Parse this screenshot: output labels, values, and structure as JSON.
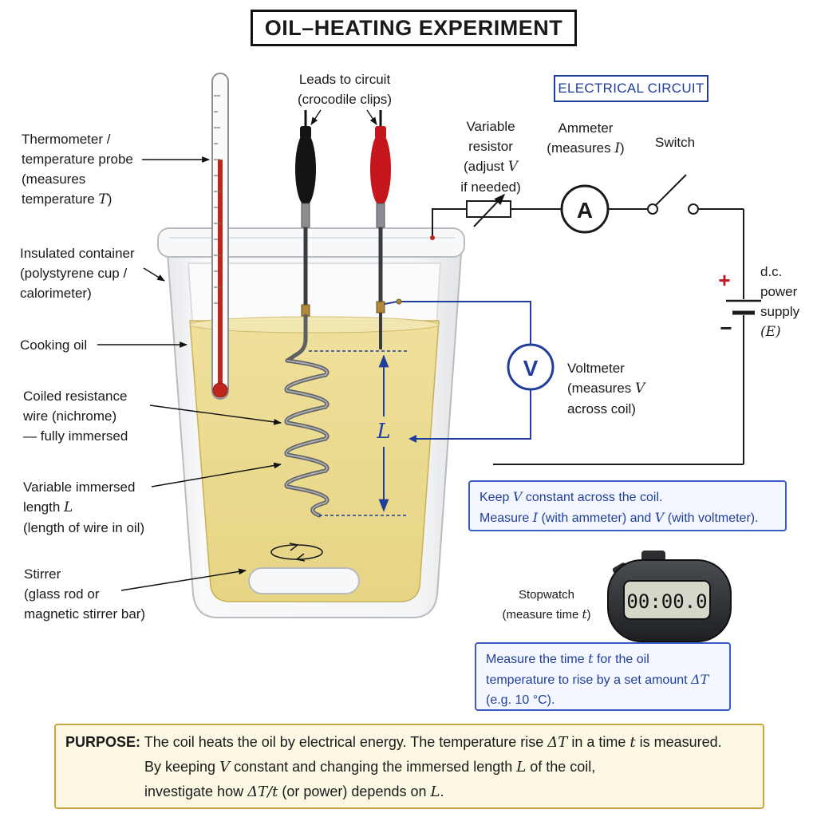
{
  "title": "OIL–HEATING EXPERIMENT",
  "labels": {
    "thermometer": [
      "Thermometer /",
      "temperature probe",
      "(measures",
      "temperature "
    ],
    "thermometer_symbol": "T",
    "thermometer_close": ")",
    "container": [
      "Insulated container",
      "(polystyrene cup /",
      "calorimeter)"
    ],
    "oil": "Cooking oil",
    "coil": [
      "Coiled resistance",
      "wire (nichrome)",
      "— fully immersed"
    ],
    "length": [
      "Variable immersed",
      "length "
    ],
    "length_symbol": "L",
    "length_extra": "(length of wire in oil)",
    "stirrer": [
      "Stirrer",
      "(glass rod or",
      "magnetic stirrer bar)"
    ],
    "leads": [
      "Leads to circuit",
      "(crocodile clips)"
    ],
    "resistor": [
      "Variable",
      "resistor",
      "(adjust ",
      "if needed)"
    ],
    "resistor_symbol": "V",
    "ammeter": [
      "Ammeter",
      "(measures "
    ],
    "ammeter_symbol": "I",
    "ammeter_close": ")",
    "switch": "Switch",
    "power": [
      "d.c.",
      "power",
      "supply"
    ],
    "power_symbol": "(E)",
    "voltmeter": [
      "Voltmeter",
      "(measures ",
      "across coil)"
    ],
    "voltmeter_symbol": "V",
    "stopwatch": [
      "Stopwatch",
      "(measure time "
    ],
    "stopwatch_symbol": "t",
    "stopwatch_close": ")",
    "length_marker": "L",
    "plus": "+",
    "minus": "−",
    "meter_a": "A",
    "meter_v": "V"
  },
  "circuit_heading": "ELECTRICAL CIRCUIT",
  "stopwatch_display": "00:00.0",
  "notes": {
    "keep_v": [
      "Keep ",
      "V",
      " constant across the coil."
    ],
    "measure": [
      "Measure ",
      "I",
      " (with ammeter) and ",
      "V",
      " (with voltmeter)."
    ],
    "time": [
      "Measure the time ",
      "t",
      " for the oil",
      "temperature to rise by a set amount ",
      "ΔT",
      "(e.g. 10 °C)."
    ]
  },
  "purpose": {
    "tag": "PURPOSE:",
    "line1": [
      " The coil heats the oil by electrical energy. The temperature rise ",
      "ΔT",
      " in a time ",
      "t",
      " is measured."
    ],
    "line2": [
      "By keeping ",
      "V",
      " constant and changing the immersed length ",
      "L",
      " of the coil,"
    ],
    "line3": [
      "investigate how ",
      "ΔT/t",
      " (or power) depends on ",
      "L",
      "."
    ]
  },
  "colors": {
    "oil": "#ecdb8e",
    "mercury": "#c0261c",
    "wire_blue": "#1f3f9a",
    "lead_black": "#141414",
    "lead_red": "#c4161c",
    "purpose_border": "#c7a640",
    "note_border": "#3a5cc7"
  }
}
